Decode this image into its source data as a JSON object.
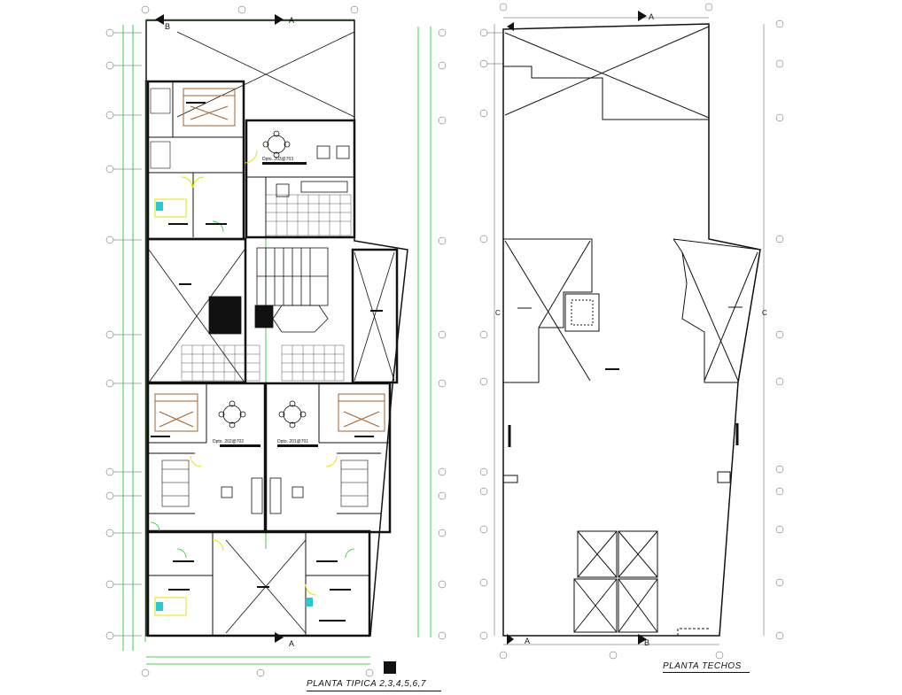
{
  "drawing": {
    "left_plan_title": "PLANTA TIPICA 2,3,4,5,6,7",
    "right_plan_title": "PLANTA TECHOS",
    "section_markers": [
      "A",
      "B",
      "C"
    ],
    "room_labels": [
      "Dpto. 201@701",
      "Dpto. 202@702",
      "Dpto. 203@703"
    ],
    "colors": {
      "line": "#111111",
      "dimension_green": "#12c21a",
      "furniture_brown": "#a0622d",
      "accent_yellow": "#e6e600",
      "accent_cyan": "#27c9d9"
    }
  }
}
